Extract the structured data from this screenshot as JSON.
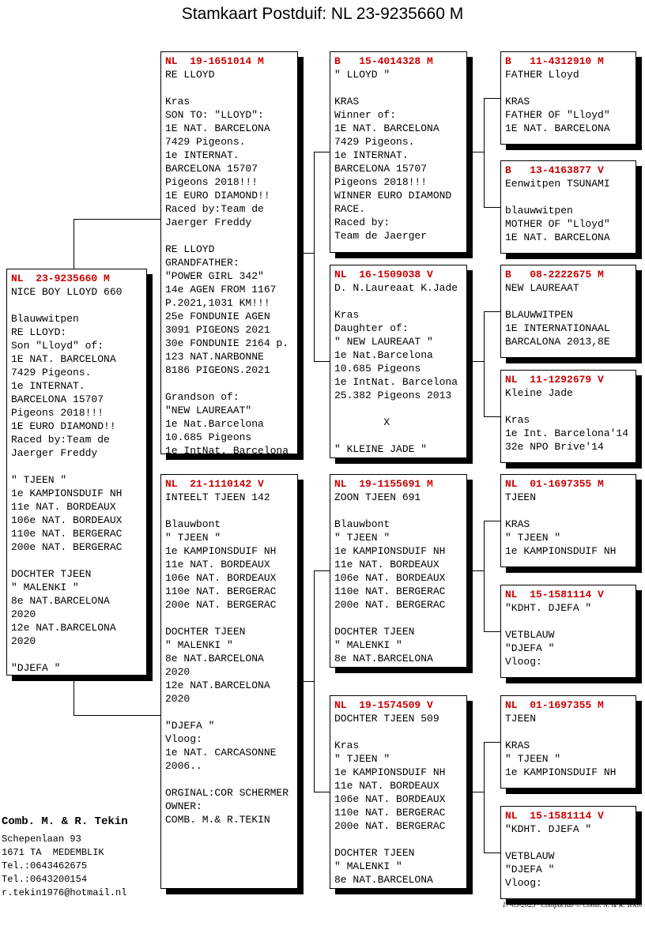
{
  "title": "Stamkaart Postduif: NL  23-9235660 M",
  "colors": {
    "ring_red": "#cc0000",
    "text": "#000000",
    "background": "#ffffff"
  },
  "boxes": {
    "subject": {
      "ring": "NL  23-9235660 M",
      "lines": [
        "NICE BOY LLOYD 660",
        "",
        "Blauwwitpen",
        "RE LLOYD:",
        "Son \"Lloyd\" of:",
        "1E NAT. BARCELONA",
        "7429 Pigeons.",
        "1e INTERNAT.",
        "BARCELONA 15707",
        "Pigeons 2018!!!",
        "1E EURO DIAMOND!!",
        "Raced by:Team de",
        "Jaerger Freddy",
        "",
        "\" TJEEN \"",
        "1e KAMPIONSDUIF NH",
        "11e NAT. BORDEAUX",
        "106e NAT. BORDEAUX",
        "110e NAT. BERGERAC",
        "200e NAT. BERGERAC",
        "",
        "DOCHTER TJEEN",
        "\" MALENKI \"",
        "8e NAT.BARCELONA",
        "2020",
        "12e NAT.BARCELONA",
        "2020",
        "",
        "\"DJEFA \""
      ]
    },
    "sire": {
      "ring": "NL  19-1651014 M",
      "lines": [
        "RE LLOYD",
        "",
        "Kras",
        "SON TO: \"LLOYD\":",
        "1E NAT. BARCELONA",
        "7429 Pigeons.",
        "1e INTERNAT.",
        "BARCELONA 15707",
        "Pigeons 2018!!!",
        "1E EURO DIAMOND!!",
        "Raced by:Team de",
        "Jaerger Freddy",
        "",
        "RE LLOYD",
        "GRANDFATHER:",
        "\"POWER GIRL 342\"",
        "14e AGEN FROM 1167",
        "P.2021,1031 KM!!!",
        "25e FONDUNIE AGEN",
        "3091 PIGEONS 2021",
        "30e FONDUNIE 2164 p.",
        "123 NAT.NARBONNE",
        "8186 PIGEONS.2021",
        "",
        "Grandson of:",
        "\"NEW LAUREAAT\"",
        "1e Nat.Barcelona",
        "10.685 Pigeons",
        "1e IntNat. Barcelona"
      ]
    },
    "dam": {
      "ring": "NL  21-1110142 V",
      "lines": [
        "INTEELT TJEEN 142",
        "",
        "Blauwbont",
        "\" TJEEN \"",
        "1e KAMPIONSDUIF NH",
        "11e NAT. BORDEAUX",
        "106e NAT. BORDEAUX",
        "110e NAT. BERGERAC",
        "200e NAT. BERGERAC",
        "",
        "DOCHTER TJEEN",
        "\" MALENKI \"",
        "8e NAT.BARCELONA",
        "2020",
        "12e NAT.BARCELONA",
        "2020",
        "",
        "\"DJEFA \"",
        "Vloog:",
        "1e NAT. CARCASONNE",
        "2006..",
        "",
        "ORGINAL:COR SCHERMER",
        "OWNER:",
        "COMB. M.& R.TEKIN"
      ]
    },
    "sire_sire": {
      "ring": "B   15-4014328 M",
      "lines": [
        "\" LLOYD \"",
        "",
        "KRAS",
        "Winner of:",
        "1E NAT. BARCELONA",
        "7429 Pigeons.",
        "1e INTERNAT.",
        "BARCELONA 15707",
        "Pigeons 2018!!!",
        "WINNER EURO DIAMOND",
        "RACE.",
        "Raced by:",
        "Team de Jaerger"
      ]
    },
    "sire_dam": {
      "ring": "NL  16-1509038 V",
      "lines": [
        "D. N.Laureaat K.Jade",
        "",
        "Kras",
        "Daughter of:",
        "\" NEW LAUREAAT \"",
        "1e Nat.Barcelona",
        "10.685 Pigeons",
        "1e IntNat. Barcelona",
        "25.382 Pigeons 2013",
        "",
        "        X",
        "",
        "\" KLEINE JADE \""
      ]
    },
    "dam_sire": {
      "ring": "NL  19-1155691 M",
      "lines": [
        "ZOON TJEEN 691",
        "",
        "Blauwbont",
        "\" TJEEN \"",
        "1e KAMPIONSDUIF NH",
        "11e NAT. BORDEAUX",
        "106e NAT. BORDEAUX",
        "110e NAT. BERGERAC",
        "200e NAT. BERGERAC",
        "",
        "DOCHTER TJEEN",
        "\" MALENKI \"",
        "8e NAT.BARCELONA"
      ]
    },
    "dam_dam": {
      "ring": "NL  19-1574509 V",
      "lines": [
        "DOCHTER TJEEN 509",
        "",
        "Kras",
        "\" TJEEN \"",
        "1e KAMPIONSDUIF NH",
        "11e NAT. BORDEAUX",
        "106e NAT. BORDEAUX",
        "110e NAT. BERGERAC",
        "200e NAT. BERGERAC",
        "",
        "DOCHTER TJEEN",
        "\" MALENKI \"",
        "8e NAT.BARCELONA"
      ]
    },
    "sire_sire_sire": {
      "ring": "B   11-4312910 M",
      "lines": [
        "FATHER Lloyd",
        "",
        "KRAS",
        "FATHER OF \"Lloyd\"",
        "1E NAT. BARCELONA"
      ]
    },
    "sire_sire_dam": {
      "ring": "B   13-4163877 V",
      "lines": [
        "Eenwitpen TSUNAMI",
        "",
        "blauwwitpen",
        "MOTHER OF \"Lloyd\"",
        "1E NAT. BARCELONA"
      ]
    },
    "sire_dam_sire": {
      "ring": "B   08-2222675 M",
      "lines": [
        "NEW LAUREAAT",
        "",
        "BLAUWWITPEN",
        "1E INTERNATIONAAL",
        "BARCALONA 2013,8E"
      ]
    },
    "sire_dam_dam": {
      "ring": "NL  11-1292679 V",
      "lines": [
        "Kleine Jade",
        "",
        "Kras",
        "1e Int. Barcelona'14",
        "32e NPO Brive'14"
      ]
    },
    "dam_sire_sire": {
      "ring": "NL  01-1697355 M",
      "lines": [
        "TJEEN",
        "",
        "KRAS",
        "\" TJEEN \"",
        "1e KAMPIONSDUIF NH"
      ]
    },
    "dam_sire_dam": {
      "ring": "NL  15-1581114 V",
      "lines": [
        "\"KDHT. DJEFA \"",
        "",
        "VETBLAUW",
        "\"DJEFA \"",
        "Vloog:"
      ]
    },
    "dam_dam_sire": {
      "ring": "NL  01-1697355 M",
      "lines": [
        "TJEEN",
        "",
        "KRAS",
        "\" TJEEN \"",
        "1e KAMPIONSDUIF NH"
      ]
    },
    "dam_dam_dam": {
      "ring": "NL  15-1581114 V",
      "lines": [
        "\"KDHT. DJEFA \"",
        "",
        "VETBLAUW",
        "\"DJEFA \"",
        "Vloog:"
      ]
    }
  },
  "owner": {
    "name": "Comb. M. & R. Tekin",
    "lines": [
      "Schepenlaan 93",
      "1671 TA  MEDEMBLIK",
      "Tel.:0643462675",
      "Tel.:0643200154",
      "r.tekin1976@hotmail.nl"
    ]
  },
  "footer": "17-03-2025   Compuclub © Comb. N. & R. Tekin"
}
